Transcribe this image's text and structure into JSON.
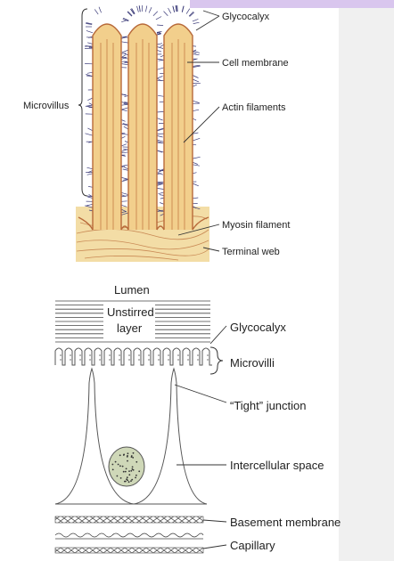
{
  "top_diagram": {
    "microvillus_label": "Microvillus",
    "callouts": {
      "glycocalyx": "Glycocalyx",
      "cell_membrane": "Cell membrane",
      "actin": "Actin filaments",
      "myosin": "Myosin filament",
      "terminal_web": "Terminal web"
    }
  },
  "bottom_diagram": {
    "lumen": "Lumen",
    "unstirred_line1": "Unstirred",
    "unstirred_line2": "layer",
    "callouts": {
      "glycocalyx": "Glycocalyx",
      "microvilli": "Microvilli",
      "tight_junction": "“Tight” junction",
      "intercellular": "Intercellular space",
      "basement": "Basement membrane",
      "capillary": "Capillary"
    }
  },
  "colors": {
    "microvillus_fill": "#f2cf8c",
    "membrane_stroke": "#b86a3a",
    "glycocalyx": "#3a3a78",
    "terminal_web_fill": "#f3dda6",
    "nucleus_fill": "#cfd8b8",
    "line": "#333333"
  }
}
